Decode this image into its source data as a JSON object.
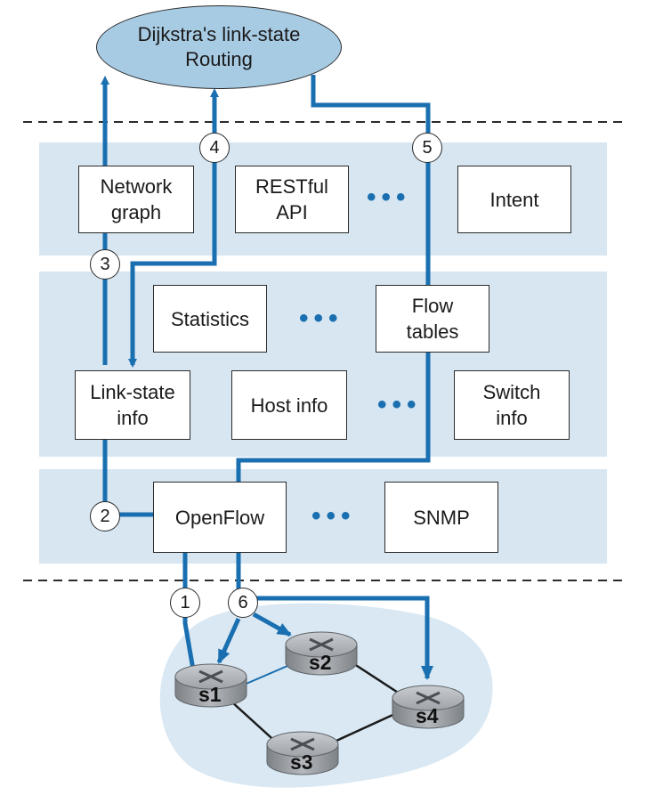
{
  "application": {
    "label": "Dijkstra's link-state\nRouting"
  },
  "northbound": {
    "boxes": [
      {
        "id": "network-graph",
        "label": "Network\ngraph"
      },
      {
        "id": "restful-api",
        "label": "RESTful\nAPI"
      },
      {
        "id": "intent",
        "label": "Intent"
      }
    ]
  },
  "core": {
    "boxes": [
      {
        "id": "statistics",
        "label": "Statistics"
      },
      {
        "id": "flow-tables",
        "label": "Flow\ntables"
      },
      {
        "id": "link-state-info",
        "label": "Link-state\ninfo"
      },
      {
        "id": "host-info",
        "label": "Host info"
      },
      {
        "id": "switch-info",
        "label": "Switch\ninfo"
      }
    ]
  },
  "southbound": {
    "boxes": [
      {
        "id": "openflow",
        "label": "OpenFlow"
      },
      {
        "id": "snmp",
        "label": "SNMP"
      }
    ]
  },
  "steps": [
    "1",
    "2",
    "3",
    "4",
    "5",
    "6"
  ],
  "network": {
    "switches": [
      "s1",
      "s2",
      "s3",
      "s4"
    ]
  },
  "colors": {
    "band": "#d7e6f1",
    "arrow": "#1a6fb0",
    "ellipse": "#a8cbe4",
    "cloud": "#d9e8f3"
  }
}
